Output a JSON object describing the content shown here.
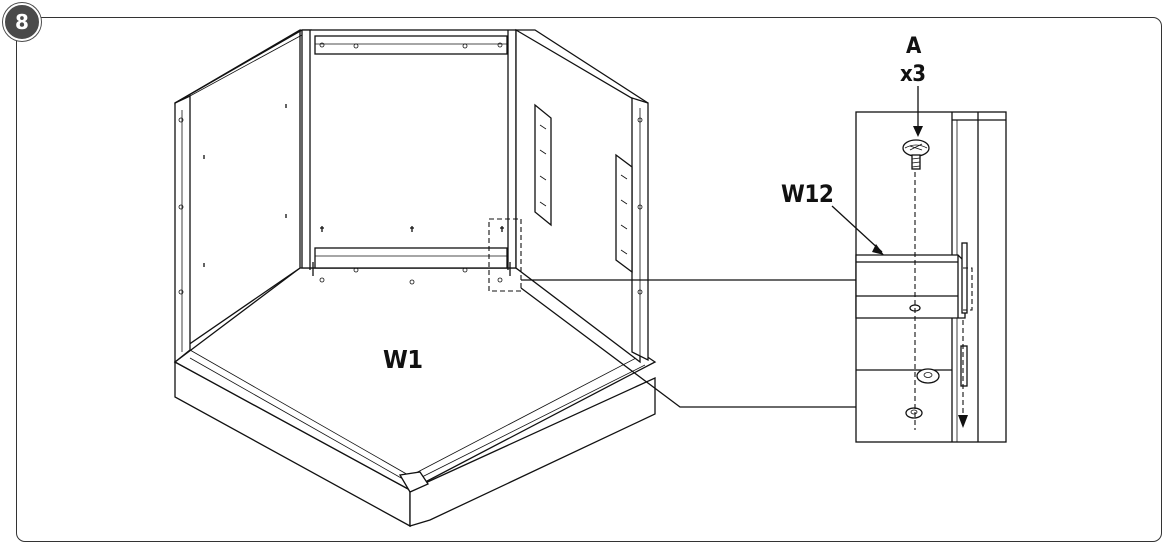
{
  "step": {
    "number": "8"
  },
  "labels": {
    "panel": "W1",
    "bracket": "W12",
    "screw_part": "A",
    "screw_qty": "x3"
  },
  "icons": [
    "screw-icon",
    "arrow-down-icon",
    "callout-leader"
  ]
}
